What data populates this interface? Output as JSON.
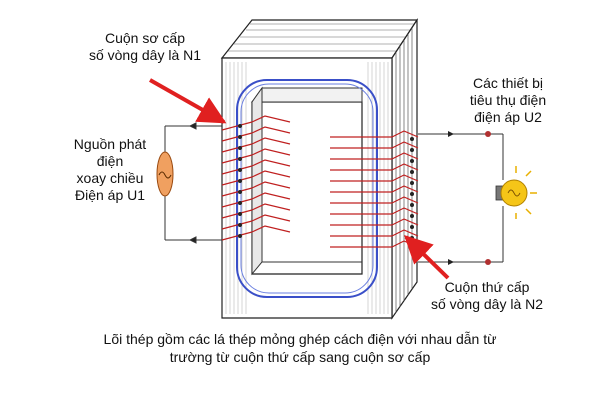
{
  "labels": {
    "primary_coil": [
      "Cuộn sơ cấp",
      "số vòng dây là N1"
    ],
    "source": [
      "Nguồn phát",
      "điện",
      "xoay chiều",
      "Điện áp U1"
    ],
    "device": [
      "Các thiết bị",
      "tiêu thụ điện",
      "điện áp U2"
    ],
    "secondary_coil": [
      "Cuộn thứ cấp",
      "số vòng dây là N2"
    ],
    "caption": [
      "Lõi thép gồm các lá thép mỏng ghép cách điện với nhau dẫn từ",
      "trường từ cuộn thứ cấp sang cuộn sơ cấp"
    ]
  },
  "colors": {
    "core_face": "#ffffff",
    "core_lines": "#222222",
    "flux_loop": "#3a4fc8",
    "primary_winding": "#c02020",
    "secondary_winding": "#c02020",
    "arrow": "#e02020",
    "source_fill": "#f0a060",
    "lamp_fill": "#f5c518"
  },
  "icons": {
    "source": "ac-source-icon",
    "lamp": "light-bulb-icon"
  }
}
